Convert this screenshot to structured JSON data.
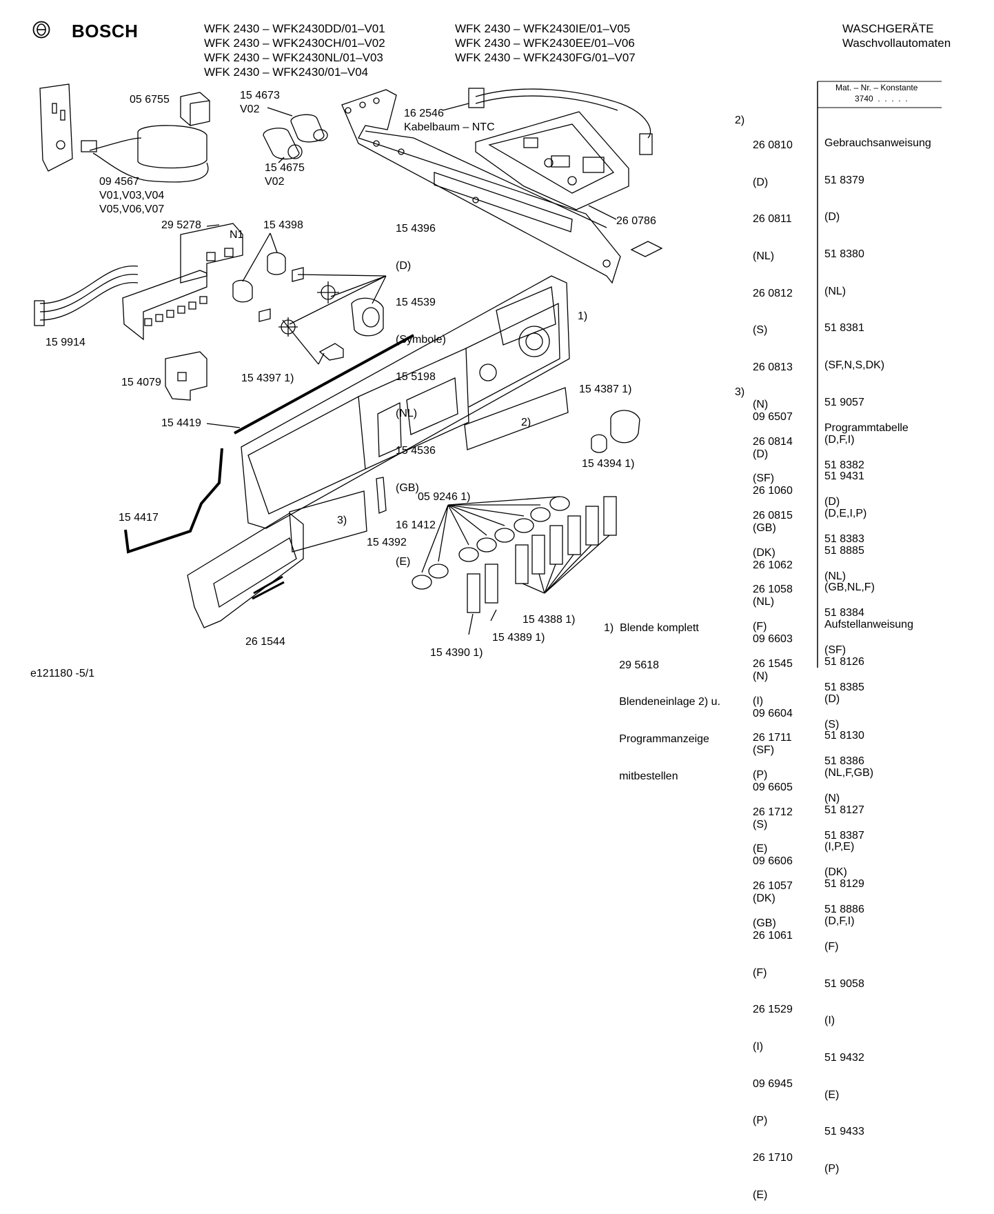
{
  "header": {
    "brand": "BOSCH",
    "models_left": [
      "WFK 2430 – WFK2430DD/01–V01",
      "WFK 2430 – WFK2430CH/01–V02",
      "WFK 2430 – WFK2430NL/01–V03",
      "WFK 2430 – WFK2430/01–V04"
    ],
    "models_right": [
      "WFK 2430 – WFK2430IE/01–V05",
      "WFK 2430 – WFK2430EE/01–V06",
      "WFK 2430 – WFK2430FG/01–V07"
    ],
    "category": "WASCHGERÄTE",
    "subcategory": "Waschvollautomaten"
  },
  "labels": {
    "p056755": "05 6755",
    "p154673": "15 4673",
    "v02a": "V02",
    "p162546": "16 2546",
    "kabelbaum": "Kabelbaum – NTC",
    "p154675": "15 4675",
    "v02b": "V02",
    "p094567": "09 4567",
    "v_a": "V01,V03,V04",
    "v_b": "V05,V06,V07",
    "p295278": "29 5278",
    "n1": "N1",
    "p154398": "15 4398",
    "p260786": "26 0786",
    "knobs": [
      "15 4396",
      "(D)",
      "15 4539",
      "(Symbole)",
      "15 5198",
      "(NL)",
      "15 4536",
      "(GB)",
      "16 1412",
      "(E)"
    ],
    "p159914": "15 9914",
    "one": "1)",
    "p154079": "15 4079",
    "p154397": "15 4397 1)",
    "p154387": "15 4387 1)",
    "p154419": "15 4419",
    "two": "2)",
    "p154394": "15 4394 1)",
    "p059246": "05 9246 1)",
    "p154417": "15 4417",
    "three": "3)",
    "p154392": "15 4392",
    "p154388": "15 4388 1)",
    "p154389": "15 4389 1)",
    "p261544": "26 1544",
    "p154390": "15 4390 1)",
    "footnote": [
      "1)  Blende komplett",
      "     29 5618",
      "     Blendeneinlage 2) u.",
      "     Programmanzeige",
      "     mitbestellen"
    ],
    "doc_id": "e121180 -5/1"
  },
  "parts_column": {
    "marker2": "2)",
    "marker3": "3)",
    "list2": [
      "26 0810",
      "(D)",
      "26 0811",
      "(NL)",
      "26 0812",
      "(S)",
      "26 0813",
      "(N)",
      "26 0814",
      "(SF)",
      "26 0815",
      "(DK)",
      "26 1058",
      "(F)",
      "26 1545",
      "(I)",
      "26 1711",
      "(P)",
      "26 1712",
      "(E)",
      "26 1057",
      "(GB)"
    ],
    "list3": [
      "09 6507",
      "(D)",
      "26 1060",
      "(GB)",
      "26 1062",
      "(NL)",
      "09 6603",
      "(N)",
      "09 6604",
      "(SF)",
      "09 6605",
      "(S)",
      "09 6606",
      "(DK)",
      "26 1061",
      "(F)",
      "26 1529",
      "(I)",
      "09 6945",
      "(P)",
      "26 1710",
      "(E)"
    ]
  },
  "docs_column": {
    "mat_header": "Mat. – Nr. – Konstante",
    "mat_value": "3740  .  .  .  .  .",
    "lines_a": [
      "Gebrauchsanweisung",
      "51 8379",
      "(D)",
      "51 8380",
      "(NL)",
      "51 8381",
      "(SF,N,S,DK)",
      "51 9057",
      "(D,F,I)",
      "51 9431",
      "(D,E,I,P)",
      "51 8885",
      "(GB,NL,F)",
      "Aufstellanweisung",
      "51 8126",
      "(D)",
      "51 8130",
      "(NL,F,GB)",
      "51 8127",
      "(I,P,E)",
      "51 8129",
      "(D,F,I)"
    ],
    "lines_b": [
      "Programmtabelle",
      "51 8382",
      "(D)",
      "51 8383",
      "(NL)",
      "51 8384",
      "(SF)",
      "51 8385",
      "(S)",
      "51 8386",
      "(N)",
      "51 8387",
      "(DK)",
      "51 8886",
      "(F)",
      "51 9058",
      "(I)",
      "51 9432",
      "(E)",
      "51 9433",
      "(P)"
    ]
  }
}
